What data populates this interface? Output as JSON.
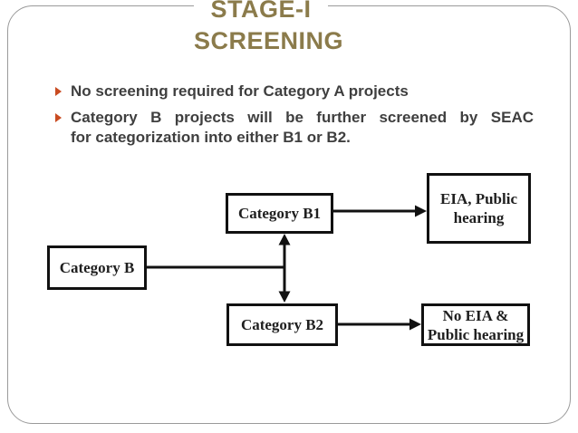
{
  "slide": {
    "title_lines": [
      "STAGE-I",
      "SCREENING"
    ],
    "bullets": [
      {
        "marker": "triangle-right",
        "lines": [
          "No screening required for Category A projects"
        ]
      },
      {
        "marker": "triangle-right",
        "lines": [
          "Category B projects will be further screened by SEAC",
          "for categorization into either B1 or B2."
        ]
      }
    ]
  },
  "diagram": {
    "boxes": [
      {
        "id": "category-b",
        "lines": [
          "Category B"
        ]
      },
      {
        "id": "category-b1",
        "lines": [
          "Category B1"
        ]
      },
      {
        "id": "category-b2",
        "lines": [
          "Category B2"
        ]
      },
      {
        "id": "eia-public-hearing",
        "lines": [
          "EIA, Public",
          "hearing"
        ]
      },
      {
        "id": "no-eia-public-hearing",
        "lines": [
          "No EIA &",
          "Public hearing"
        ]
      }
    ],
    "connections": [
      {
        "from": "category-b",
        "to": "junction",
        "arrow": "none"
      },
      {
        "from": "junction",
        "to": "category-b1",
        "arrow": "end"
      },
      {
        "from": "junction",
        "to": "category-b2",
        "arrow": "end"
      },
      {
        "from": "category-b1",
        "to": "eia-public-hearing",
        "arrow": "end"
      },
      {
        "from": "category-b2",
        "to": "no-eia-public-hearing",
        "arrow": "end"
      }
    ]
  },
  "colors": {
    "title_text": "#8b7b4b",
    "bullet_marker": "#c94b21",
    "body_text": "#3f3f3f",
    "diagram_ink": "#111111",
    "frame_border": "#9a9a9a",
    "background": "#ffffff"
  }
}
